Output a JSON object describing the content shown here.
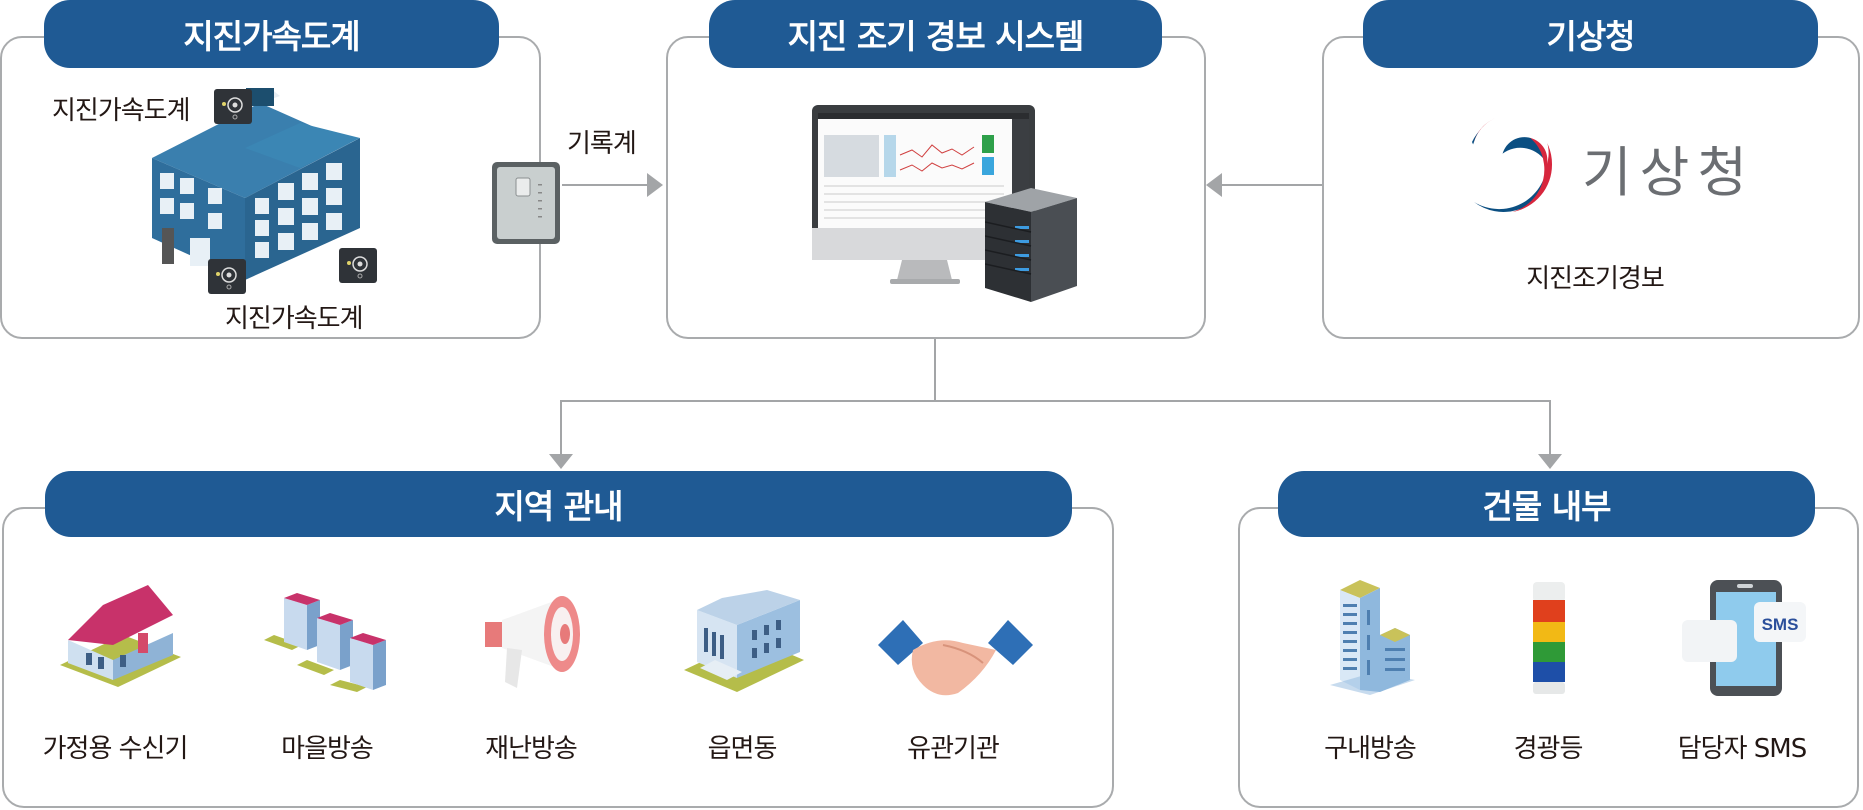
{
  "diagram": {
    "panels": {
      "accelerometer": {
        "title": "지진가속도계",
        "sensor_label_top": "지진가속도계",
        "sensor_label_bottom": "지진가속도계",
        "recorder_label": "기록계"
      },
      "system": {
        "title": "지진 조기 경보 시스템"
      },
      "kma": {
        "title": "기상청",
        "logo_text": "기상청",
        "caption": "지진조기경보"
      },
      "regional": {
        "title": "지역 관내",
        "items": [
          {
            "label": "가정용 수신기",
            "icon": "house-icon"
          },
          {
            "label": "마을방송",
            "icon": "village-icon"
          },
          {
            "label": "재난방송",
            "icon": "megaphone-icon"
          },
          {
            "label": "읍면동",
            "icon": "government-building-icon"
          },
          {
            "label": "유관기관",
            "icon": "handshake-icon"
          }
        ]
      },
      "building": {
        "title": "건물 내부",
        "items": [
          {
            "label": "구내방송",
            "icon": "office-tower-icon"
          },
          {
            "label": "경광등",
            "icon": "signal-tower-light-icon"
          },
          {
            "label": "담당자 SMS",
            "icon": "sms-phone-icon",
            "badge": "SMS"
          }
        ]
      }
    },
    "colors": {
      "pill": "#1f5a94",
      "border": "#a9abad",
      "arrow": "#a3a5a7",
      "logo_text": "#6b6e72",
      "logo_blue": "#0b4f82",
      "logo_red": "#d7263d"
    }
  }
}
